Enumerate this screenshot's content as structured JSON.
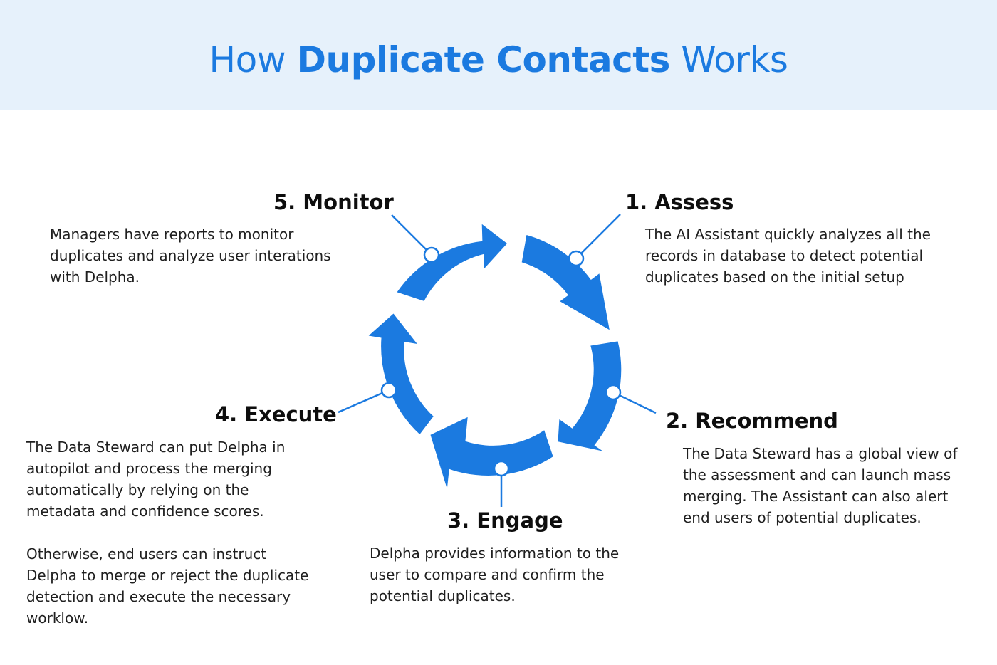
{
  "header": {
    "title_prefix": "How",
    "title_strong": "Duplicate Contacts",
    "title_suffix": "Works"
  },
  "colors": {
    "accent": "#1b7ae0",
    "header_bg": "#e6f1fb",
    "text": "#1a1a1a"
  },
  "steps": [
    {
      "title": "1. Assess",
      "description": "The AI Assistant quickly analyzes all the\nrecords in database to detect potential\nduplicates based on the initial setup"
    },
    {
      "title": "2. Recommend",
      "description": "The Data Steward has a global view of\nthe assessment and can launch mass\nmerging. The Assistant can also alert\nend users of potential duplicates."
    },
    {
      "title": "3. Engage",
      "description": "Delpha provides information to the\nuser to compare and confirm the\npotential duplicates."
    },
    {
      "title": "4. Execute",
      "description": "The Data Steward can put Delpha in\nautopilot and process the merging\nautomatically by relying on the\nmetadata and confidence scores.",
      "description_2": "Otherwise, end users can instruct\nDelpha to merge or reject the duplicate\ndetection and execute the necessary\nworklow."
    },
    {
      "title": "5. Monitor",
      "description": "Managers have reports to monitor\nduplicates and analyze user interations\nwith Delpha."
    }
  ]
}
